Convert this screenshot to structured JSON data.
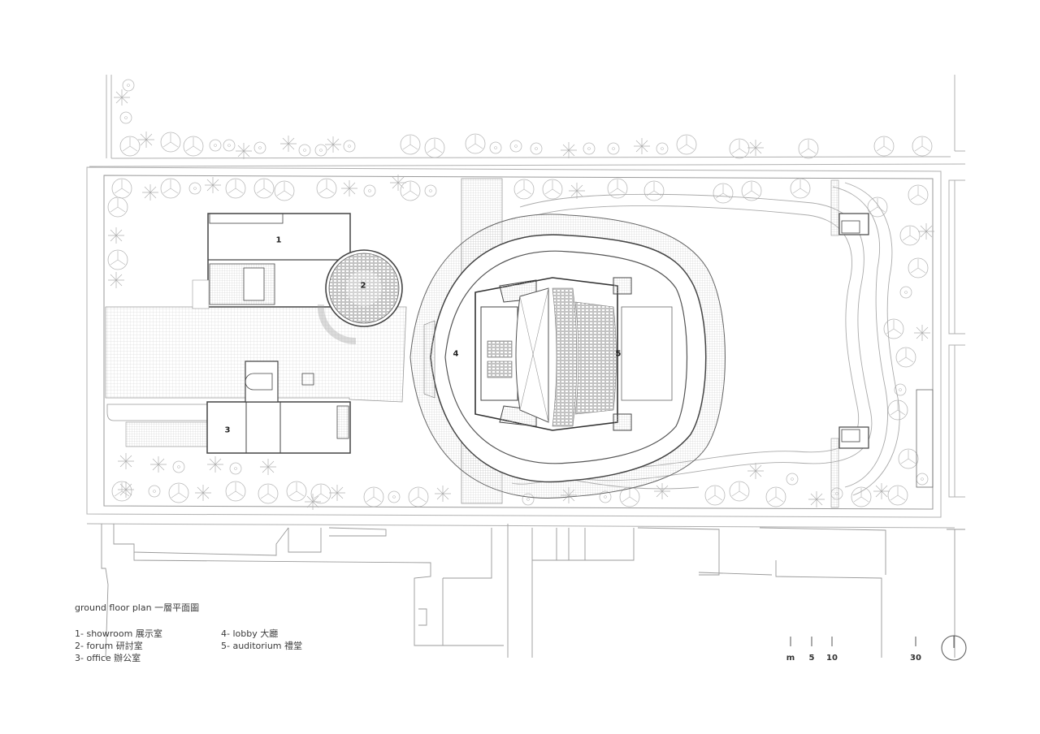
{
  "drawing": {
    "title": "ground floor plan 一層平面圖",
    "rooms": [
      {
        "number": "1",
        "label_en": "showroom",
        "label_zh": "展示室",
        "legend": "1-  showroom 展示室"
      },
      {
        "number": "2",
        "label_en": "forum",
        "label_zh": "研討室",
        "legend": "2-  forum 研討室"
      },
      {
        "number": "3",
        "label_en": "office",
        "label_zh": "辦公室",
        "legend": "3-  office 辦公室"
      },
      {
        "number": "4",
        "label_en": "lobby",
        "label_zh": "大廳",
        "legend": "4-  lobby 大廳"
      },
      {
        "number": "5",
        "label_en": "auditorium",
        "label_zh": "禮堂",
        "legend": "5-  auditorium 禮堂"
      }
    ],
    "scale_bar": {
      "unit": "m",
      "ticks": [
        "5",
        "10",
        "30"
      ]
    },
    "north_arrow": "north-arrow-icon",
    "colors": {
      "line": "#555555",
      "light_line": "#a8a8a8",
      "tree": "#b5b5b5",
      "background": "#ffffff"
    }
  }
}
